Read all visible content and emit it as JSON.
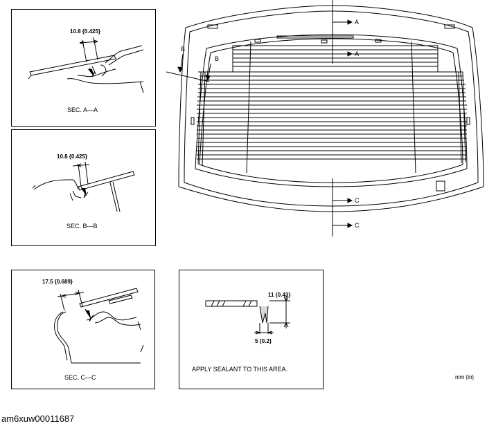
{
  "sec_aa": {
    "dimension": "10.8 {0.425}",
    "caption": "SEC. A—A"
  },
  "sec_bb": {
    "dimension": "10.8 {0.425}",
    "caption": "SEC. B—B"
  },
  "sec_cc": {
    "dimension": "17.5 {0.689}",
    "caption": "SEC. C—C"
  },
  "sealant": {
    "height_dim": "11 {0.43}",
    "width_dim": "5 {0.2}",
    "note": "APPLY SEALANT TO THIS AREA."
  },
  "main_view": {
    "label_a_top": "A",
    "label_a_mid": "A",
    "label_b_outer": "B",
    "label_b_inner": "B",
    "label_c_top": "C",
    "label_c_bottom": "C"
  },
  "units": "mm {in}",
  "document_id": "am6xuw00011687"
}
